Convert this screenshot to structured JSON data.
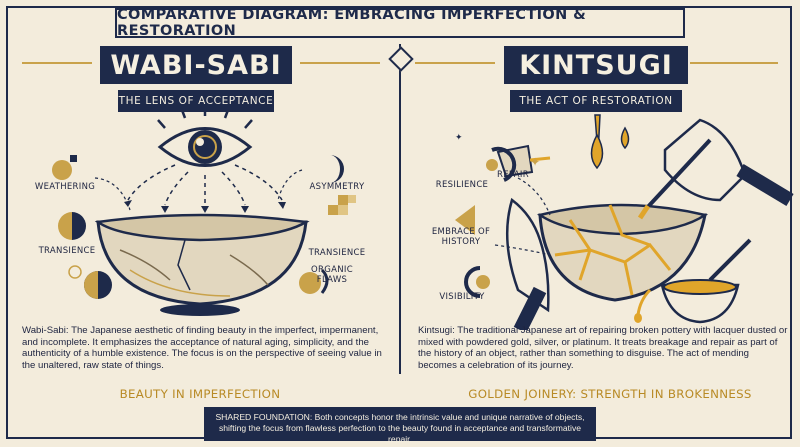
{
  "title": "COMPARATIVE DIAGRAM: EMBRACING IMPERFECTION & RESTORATION",
  "left": {
    "heading": "WABI-SABI",
    "subheading": "THE LENS OF ACCEPTANCE",
    "labels": {
      "weathering": "WEATHERING",
      "transience_left": "TRANSIENCE",
      "asymmetry": "ASYMMETRY",
      "transience_right": "TRANSIENCE",
      "organic_flaws": "ORGANIC\nFLAWS"
    },
    "description_term": "Wabi-Sabi:",
    "description": "The Japanese aesthetic of finding beauty in the imperfect, impermanent, and incomplete. It emphasizes the acceptance of natural aging, simplicity, and the authenticity of a humble existence. The focus is on the perspective of seeing value in the unaltered, raw state of things.",
    "tagline": "BEAUTY IN IMPERFECTION"
  },
  "right": {
    "heading": "KINTSUGI",
    "subheading": "THE ACT OF RESTORATION",
    "labels": {
      "repair": "REPAIR",
      "resilience": "RESILIENCE",
      "embrace": "EMBRACE OF\nHISTORY",
      "visibility": "VISIBILITY"
    },
    "description_term": "Kintsugi:",
    "description": "The traditional Japanese art of repairing broken pottery with lacquer dusted or mixed with powdered gold, silver, or platinum. It treats breakage and repair as part of the history of an object, rather than something to disguise. The act of mending becomes a celebration of its journey.",
    "tagline": "GOLDEN JOINERY: STRENGTH IN BROKENNESS"
  },
  "footer": {
    "term": "SHARED FOUNDATION:",
    "text": "Both concepts honor the intrinsic value and unique narrative of objects, shifting the focus from flawless perfection to the beauty found in acceptance and transformative repair."
  },
  "colors": {
    "navy": "#1e2a4a",
    "gold": "#c9a24a",
    "cream": "#f3ecdc",
    "ceramic": "#e4dcc6"
  }
}
